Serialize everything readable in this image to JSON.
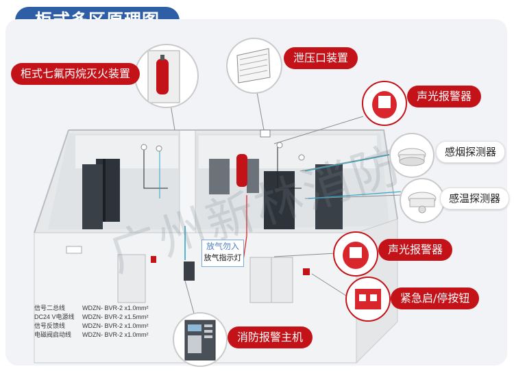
{
  "title": "-柜式多区原理图-",
  "labels": {
    "cabinet_extinguisher": "柜式七氟丙烷灭火装置",
    "pressure_relief": "泄压口装置",
    "sound_light_alarm_top": "声光报警器",
    "smoke_detector": "感烟探测器",
    "heat_detector": "感温探测器",
    "sound_light_alarm_mid": "声光报警器",
    "emergency_button": "紧急启/停按钮",
    "fire_alarm_host": "消防报警主机"
  },
  "discharge_indicator": {
    "line1": "放气勿入",
    "line2": "放气指示灯"
  },
  "watermark": "广州新林消防",
  "wiring": [
    {
      "name": "信号二总线",
      "spec": "WDZN- BVR-2 x1.0mm²"
    },
    {
      "name": "DC24 V电源线",
      "spec": "WDZN- BVR-2 x1.5mm²"
    },
    {
      "name": "信号反馈线",
      "spec": "WDZN- BVR-2 x1.0mm²"
    },
    {
      "name": "电磁阀启动线",
      "spec": "WDZN- BVR-2 x1.0mm²"
    }
  ],
  "colors": {
    "title_bg": "#2e5fa6",
    "label_red": "#c41219",
    "line_gray": "#8a8a8a",
    "wire_blue": "#2aa6c9",
    "wire_red": "#d22",
    "wire_black": "#222"
  }
}
